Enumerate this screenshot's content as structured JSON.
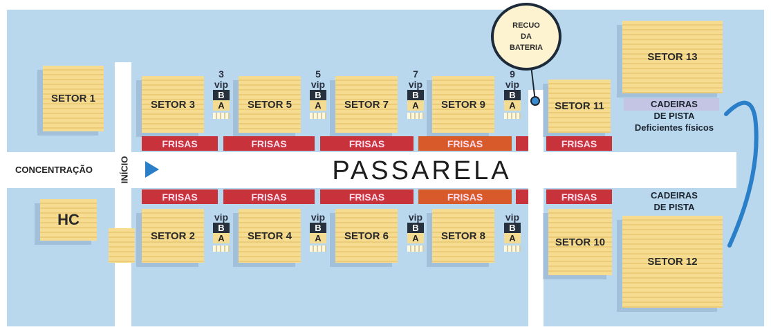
{
  "runway": {
    "label": "PASSARELA"
  },
  "start": {
    "label": "INÍCIO"
  },
  "concentration": {
    "label": "CONCENTRAÇÃO"
  },
  "hc": {
    "label": "HC"
  },
  "battery_recess": {
    "line1": "RECUO",
    "line2": "DA",
    "line3": "BATERIA"
  },
  "top_sectors": [
    "SETOR 1",
    "SETOR 3",
    "SETOR 5",
    "SETOR 7",
    "SETOR 9",
    "SETOR 11",
    "SETOR 13"
  ],
  "bottom_sectors": [
    "SETOR 2",
    "SETOR 4",
    "SETOR 6",
    "SETOR 8",
    "SETOR 10",
    "SETOR 12"
  ],
  "vip_top": [
    {
      "num": "3",
      "vip": "vip",
      "b": "B",
      "a": "A"
    },
    {
      "num": "5",
      "vip": "vip",
      "b": "B",
      "a": "A"
    },
    {
      "num": "7",
      "vip": "vip",
      "b": "B",
      "a": "A"
    },
    {
      "num": "9",
      "vip": "vip",
      "b": "B",
      "a": "A"
    }
  ],
  "vip_bottom": [
    {
      "vip": "vip",
      "b": "B",
      "a": "A"
    },
    {
      "vip": "vip",
      "b": "B",
      "a": "A"
    },
    {
      "vip": "vip",
      "b": "B",
      "a": "A"
    },
    {
      "vip": "vip",
      "b": "B",
      "a": "A"
    }
  ],
  "frisas": "FRISAS",
  "track_chairs_accessible": {
    "line1": "CADEIRAS",
    "line2": "DE PISTA",
    "line3": "Deficientes físicos"
  },
  "track_chairs": {
    "line1": "CADEIRAS",
    "line2": "DE PISTA"
  },
  "colors": {
    "background": "#b9d8ee",
    "sector": "#f6dc90",
    "frisas": "#c8323a",
    "arrow": "#2a7fc8"
  }
}
